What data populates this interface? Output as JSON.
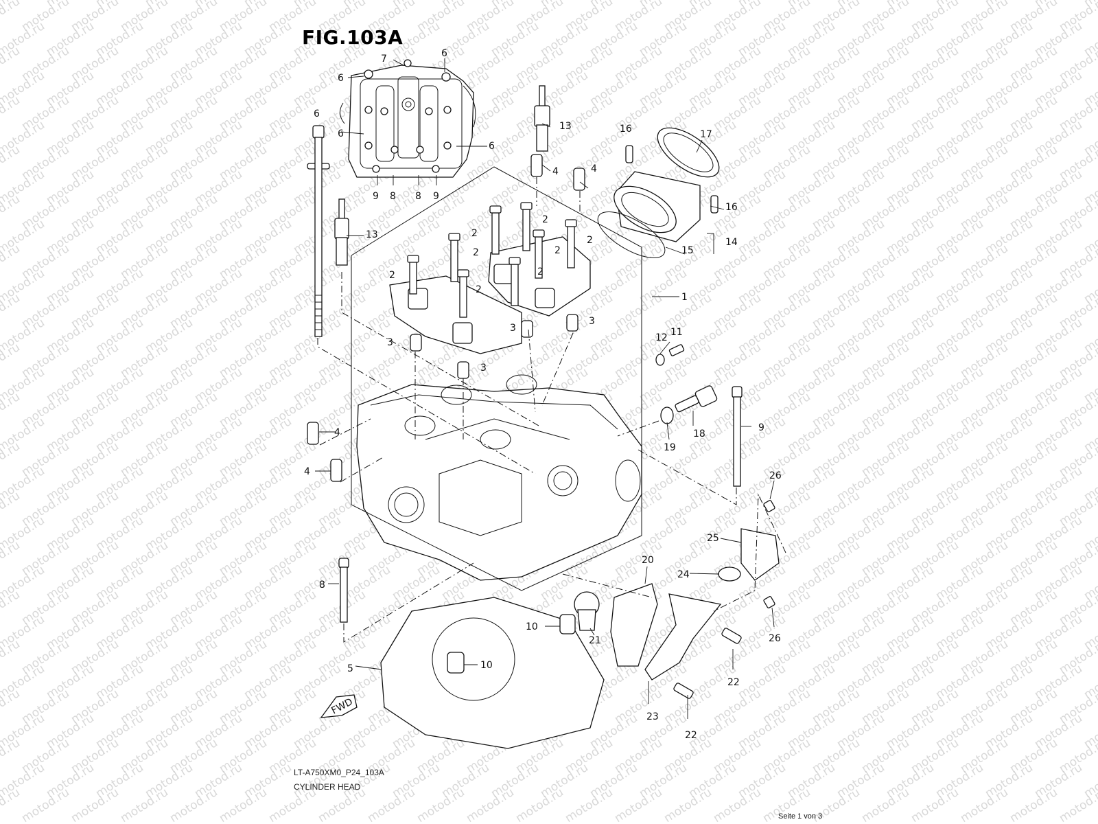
{
  "figure": {
    "title": "FIG.103A",
    "code": "LT-A750XM0_P24_103A",
    "name": "CYLINDER HEAD",
    "fwd_label": "FWD"
  },
  "watermark": {
    "text": "motod.ru"
  },
  "footer": {
    "page": "Seite 1 von 3"
  },
  "callouts": [
    {
      "id": "c7",
      "text": "7"
    },
    {
      "id": "c6a",
      "text": "6"
    },
    {
      "id": "c6b",
      "text": "6"
    },
    {
      "id": "c6c",
      "text": "6"
    },
    {
      "id": "c6d",
      "text": "6"
    },
    {
      "id": "c6e",
      "text": "6"
    },
    {
      "id": "c9a",
      "text": "9"
    },
    {
      "id": "c8a",
      "text": "8"
    },
    {
      "id": "c8b",
      "text": "8"
    },
    {
      "id": "c9b",
      "text": "9"
    },
    {
      "id": "c13a",
      "text": "13"
    },
    {
      "id": "c13b",
      "text": "13"
    },
    {
      "id": "c4a",
      "text": "4"
    },
    {
      "id": "c4b",
      "text": "4"
    },
    {
      "id": "c16a",
      "text": "16"
    },
    {
      "id": "c17",
      "text": "17"
    },
    {
      "id": "c16b",
      "text": "16"
    },
    {
      "id": "c14",
      "text": "14"
    },
    {
      "id": "c15",
      "text": "15"
    },
    {
      "id": "c2a",
      "text": "2"
    },
    {
      "id": "c2b",
      "text": "2"
    },
    {
      "id": "c2c",
      "text": "2"
    },
    {
      "id": "c2d",
      "text": "2"
    },
    {
      "id": "c2e",
      "text": "2"
    },
    {
      "id": "c2f",
      "text": "2"
    },
    {
      "id": "c2g",
      "text": "2"
    },
    {
      "id": "c2h",
      "text": "2"
    },
    {
      "id": "c1",
      "text": "1"
    },
    {
      "id": "c3a",
      "text": "3"
    },
    {
      "id": "c3b",
      "text": "3"
    },
    {
      "id": "c3c",
      "text": "3"
    },
    {
      "id": "c3d",
      "text": "3"
    },
    {
      "id": "c12",
      "text": "12"
    },
    {
      "id": "c11",
      "text": "11"
    },
    {
      "id": "c18",
      "text": "18"
    },
    {
      "id": "c19",
      "text": "19"
    },
    {
      "id": "c9c",
      "text": "9"
    },
    {
      "id": "c4c",
      "text": "4"
    },
    {
      "id": "c4d",
      "text": "4"
    },
    {
      "id": "c26a",
      "text": "26"
    },
    {
      "id": "c25",
      "text": "25"
    },
    {
      "id": "c24",
      "text": "24"
    },
    {
      "id": "c20",
      "text": "20"
    },
    {
      "id": "c26b",
      "text": "26"
    },
    {
      "id": "c8c",
      "text": "8"
    },
    {
      "id": "c10a",
      "text": "10"
    },
    {
      "id": "c21",
      "text": "21"
    },
    {
      "id": "c10b",
      "text": "10"
    },
    {
      "id": "c5",
      "text": "5"
    },
    {
      "id": "c22a",
      "text": "22"
    },
    {
      "id": "c23",
      "text": "23"
    },
    {
      "id": "c22b",
      "text": "22"
    }
  ]
}
